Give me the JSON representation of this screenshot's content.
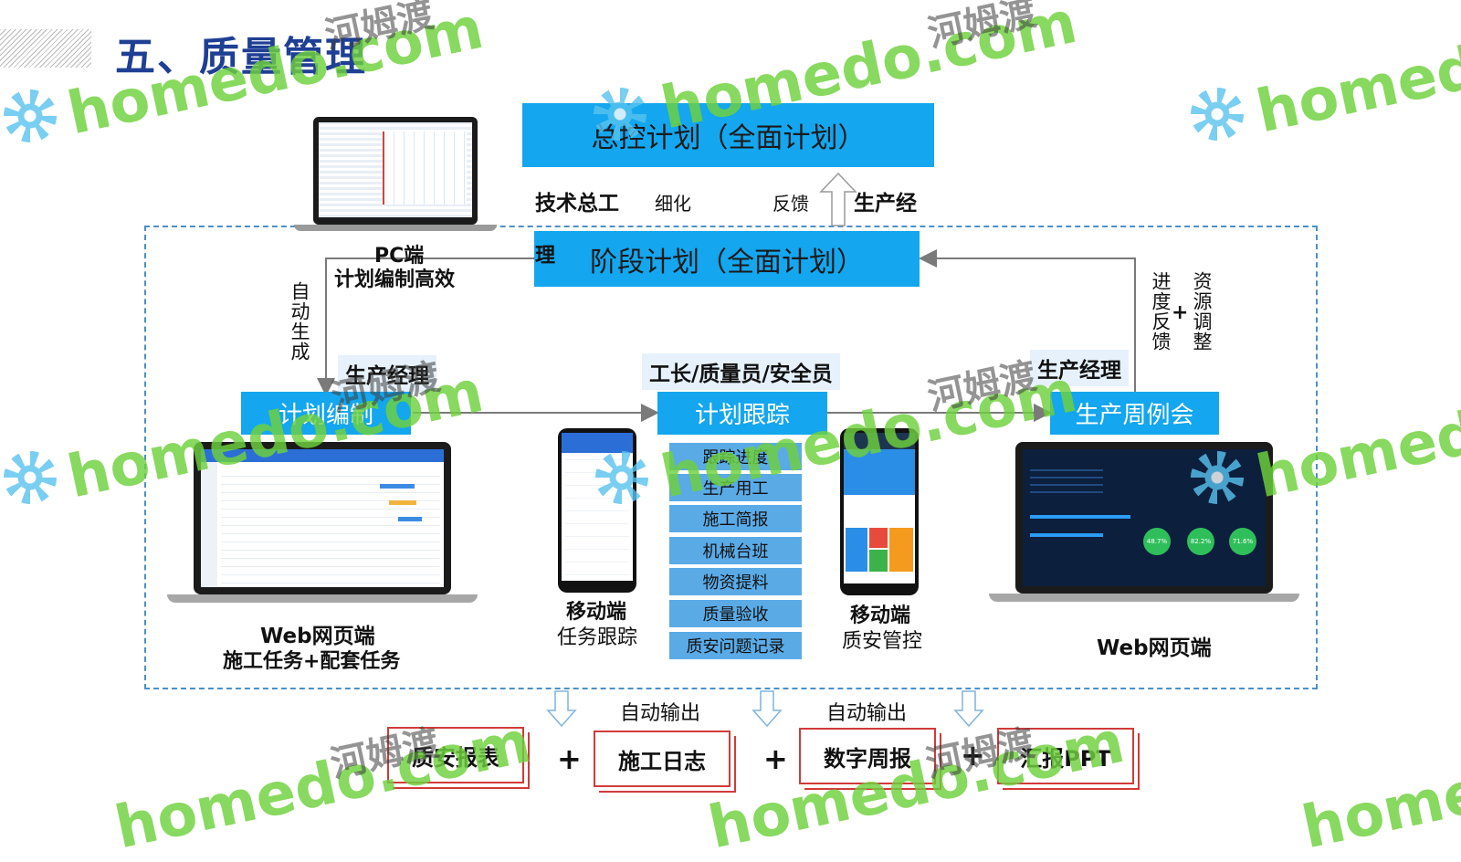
{
  "header": {
    "title": "五、质量管理"
  },
  "plans": {
    "master": "总控计划（全面计划）",
    "stage": "阶段计划（全面计划）",
    "stage_prefix": "理"
  },
  "flow": {
    "tech_chief": "技术总工",
    "refine": "细化",
    "feedback": "反馈",
    "prod_mgr_top": "生产经",
    "auto_generate": "自动生成",
    "progress_feedback": "进度反馈",
    "plus_small": "+",
    "resource_adjust": "资源调整"
  },
  "pc": {
    "label": "PC端",
    "desc": "计划编制高效"
  },
  "roles": {
    "left": "生产经理",
    "middle": "工长/质量员/安全员",
    "right": "生产经理"
  },
  "modules": {
    "plan_edit": "计划编制",
    "plan_track": "计划跟踪",
    "weekly_meeting": "生产周例会"
  },
  "tasks": [
    "跟踪进度",
    "生产用工",
    "施工简报",
    "机械台班",
    "物资提料",
    "质量验收",
    "质安问题记录"
  ],
  "devices": {
    "web_left_title": "Web网页端",
    "web_left_desc": "施工任务+配套任务",
    "mobile1_title": "移动端",
    "mobile1_desc": "任务跟踪",
    "mobile2_title": "移动端",
    "mobile2_desc": "质安管控",
    "web_right_title": "Web网页端",
    "dashboard_gauges": [
      "48.7%",
      "82.2%",
      "71.6%"
    ]
  },
  "outputs": {
    "auto1": "自动输出",
    "auto2": "自动输出",
    "reports": [
      "质安报表",
      "施工日志",
      "数字周报",
      "汇报PPT"
    ],
    "plus": "+"
  },
  "watermarks": {
    "brand": "homedo.com",
    "cn": "河姆渡"
  },
  "colors": {
    "accent_blue": "#14a6ee",
    "task_blue": "#5aaae6",
    "title_blue": "#1f3f94",
    "report_red": "#d23a3a",
    "watermark_green": "#6fd13d"
  }
}
